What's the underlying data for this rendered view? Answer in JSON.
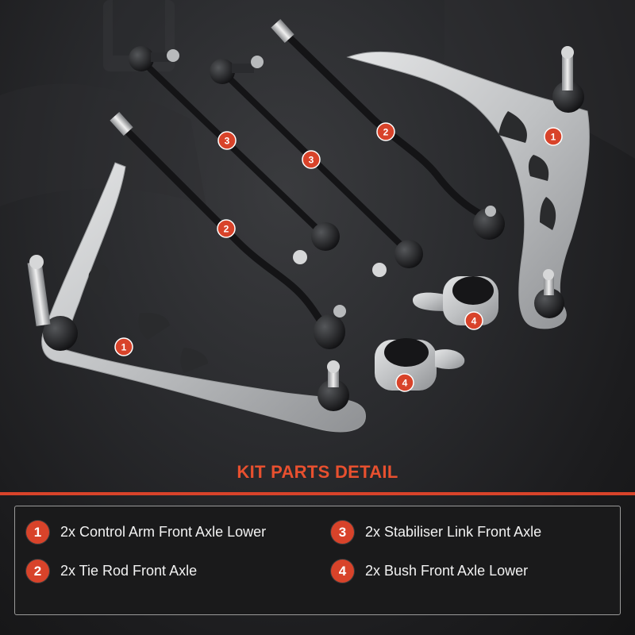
{
  "kit": {
    "title": "KIT PARTS DETAIL",
    "items": [
      {
        "number": "1",
        "label": "2x Control Arm Front Axle Lower"
      },
      {
        "number": "2",
        "label": "2x Tie Rod Front Axle"
      },
      {
        "number": "3",
        "label": "2x Stabiliser Link Front Axle"
      },
      {
        "number": "4",
        "label": "2x Bush Front Axle Lower"
      }
    ]
  },
  "photo_badges": [
    "1",
    "1",
    "2",
    "2",
    "3",
    "3",
    "4",
    "4"
  ],
  "colors": {
    "accent": "#d8432a",
    "background": "#1b1b1d",
    "part_aluminium": "#c9cbcc",
    "part_dark": "#1e1e20"
  }
}
